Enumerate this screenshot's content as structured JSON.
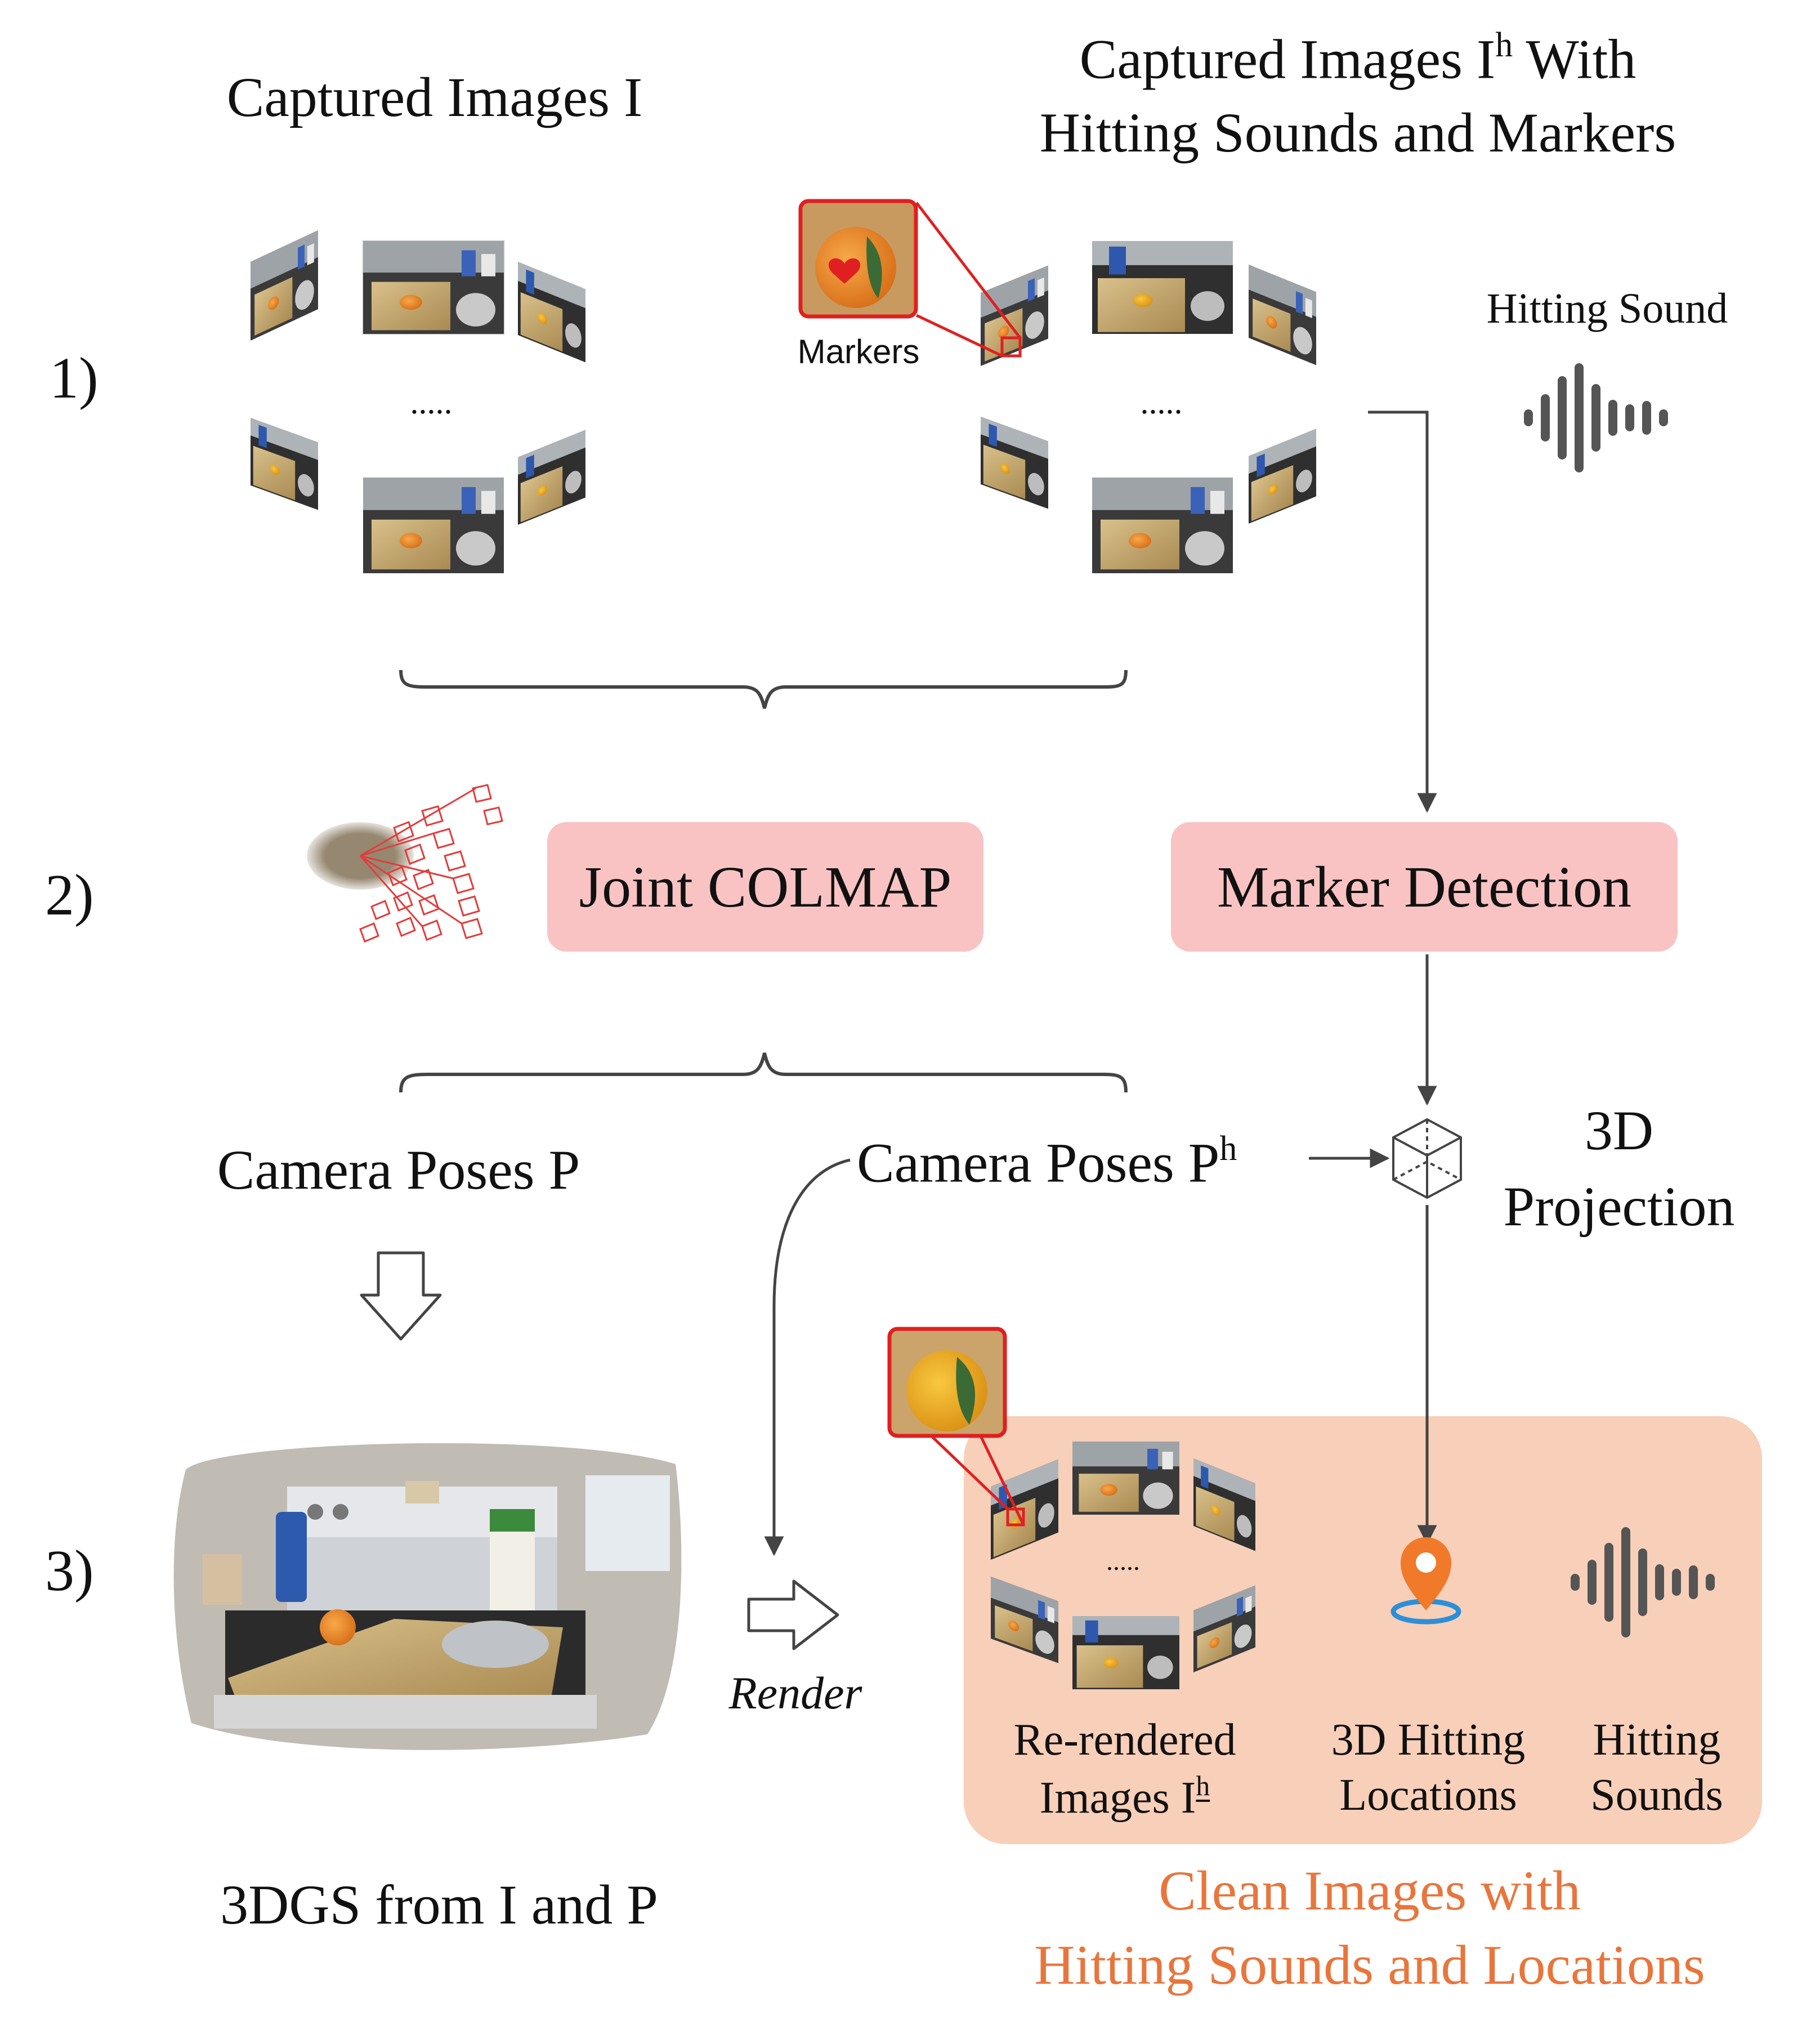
{
  "row_labels": [
    "1)",
    "2)",
    "3)"
  ],
  "captured": {
    "title": "Captured Images I",
    "ellipsis": "....."
  },
  "captured_h": {
    "title_line1_main": "Captured Images I",
    "title_line1_sup": "h",
    "title_line1_tail": " With",
    "title_line2": "Hitting Sounds and Markers",
    "ellipsis": ".....",
    "markers_label": "Markers"
  },
  "hitting_sound_label": "Hitting Sound",
  "joint_colmap_label": "Joint COLMAP",
  "marker_detection_label": "Marker Detection",
  "camera_poses_p": "Camera Poses P",
  "camera_poses_ph_main": "Camera Poses P",
  "camera_poses_ph_sup": "h",
  "projection_line1": "3D",
  "projection_line2": "Projection",
  "render_label": "Render",
  "threedgs_label": "3DGS from I and P",
  "output": {
    "rerendered_line1": "Re-rendered",
    "rerendered_line2_main": "Images I",
    "rerendered_line2_sup": "h",
    "ellipsis": ".....",
    "locations_line1": "3D Hitting",
    "locations_line2": "Locations",
    "sounds_line1": "Hitting",
    "sounds_line2": "Sounds"
  },
  "clean_line1": "Clean Images with",
  "clean_line2": "Hitting Sounds and Locations",
  "colors": {
    "box_pink": "#f9c3c3",
    "panel_peach": "#f8cfb9",
    "marker_red": "#e02020",
    "clean_orange": "#e8763c",
    "arrow_gray": "#444444",
    "pin_orange": "#f07a2a",
    "pin_blue": "#2c8fd8"
  },
  "icons": [
    "sound-wave-icon",
    "cube-icon",
    "location-pin-icon",
    "camera-frustum-icon",
    "hollow-arrow-icon"
  ]
}
